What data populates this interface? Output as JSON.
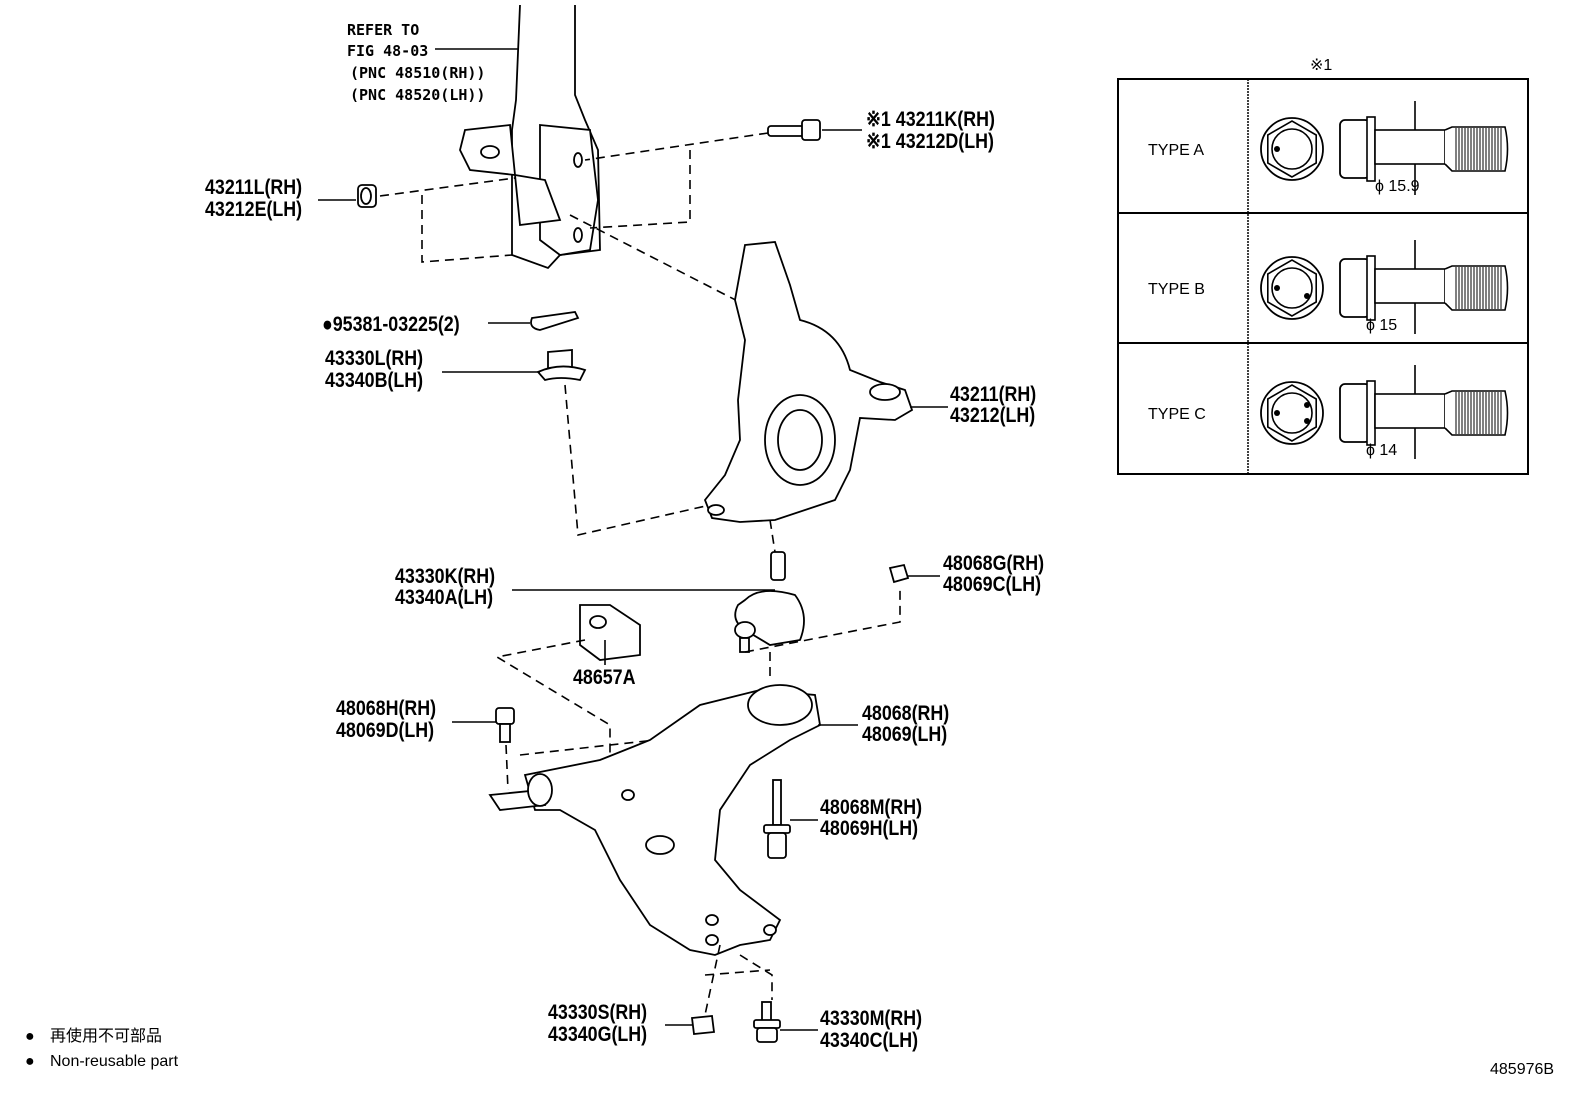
{
  "callouts": {
    "strut_ref": [
      "REFER TO",
      "FIG 48-03",
      "(PNC 48510(RH))",
      "(PNC 48520(LH))"
    ],
    "bolt_43211K": [
      "※1 43211K(RH)",
      "※1 43212D(LH)"
    ],
    "nut_43211L": [
      "43211L(RH)",
      "43212E(LH)"
    ],
    "cotter_pin": "●95381-03225(2)",
    "nut_43330L": [
      "43330L(RH)",
      "43340B(LH)"
    ],
    "knuckle": [
      "43211(RH)",
      "43212(LH)"
    ],
    "ball_joint": [
      "43330K(RH)",
      "43340A(LH)"
    ],
    "nut_48068G": [
      "48068G(RH)",
      "48069C(LH)"
    ],
    "bracket": "48657A",
    "bolt_48068H": [
      "48068H(RH)",
      "48069D(LH)"
    ],
    "lower_arm": [
      "48068(RH)",
      "48069(LH)"
    ],
    "bolt_48068M": [
      "48068M(RH)",
      "48069H(LH)"
    ],
    "nut_43330S": [
      "43330S(RH)",
      "43340G(LH)"
    ],
    "bolt_43330M": [
      "43330M(RH)",
      "43340C(LH)"
    ]
  },
  "bolt_types_table": {
    "note_mark": "※1",
    "rows": [
      {
        "type": "TYPE A",
        "diameter": "ϕ 15.9",
        "marks": 1
      },
      {
        "type": "TYPE B",
        "diameter": "ϕ 15",
        "marks": 2
      },
      {
        "type": "TYPE C",
        "diameter": "ϕ 14",
        "marks": 3
      }
    ]
  },
  "legend": {
    "bullet": "●",
    "japanese": "再使用不可部品",
    "english": "Non-reusable part"
  },
  "figure_id": "485976B"
}
